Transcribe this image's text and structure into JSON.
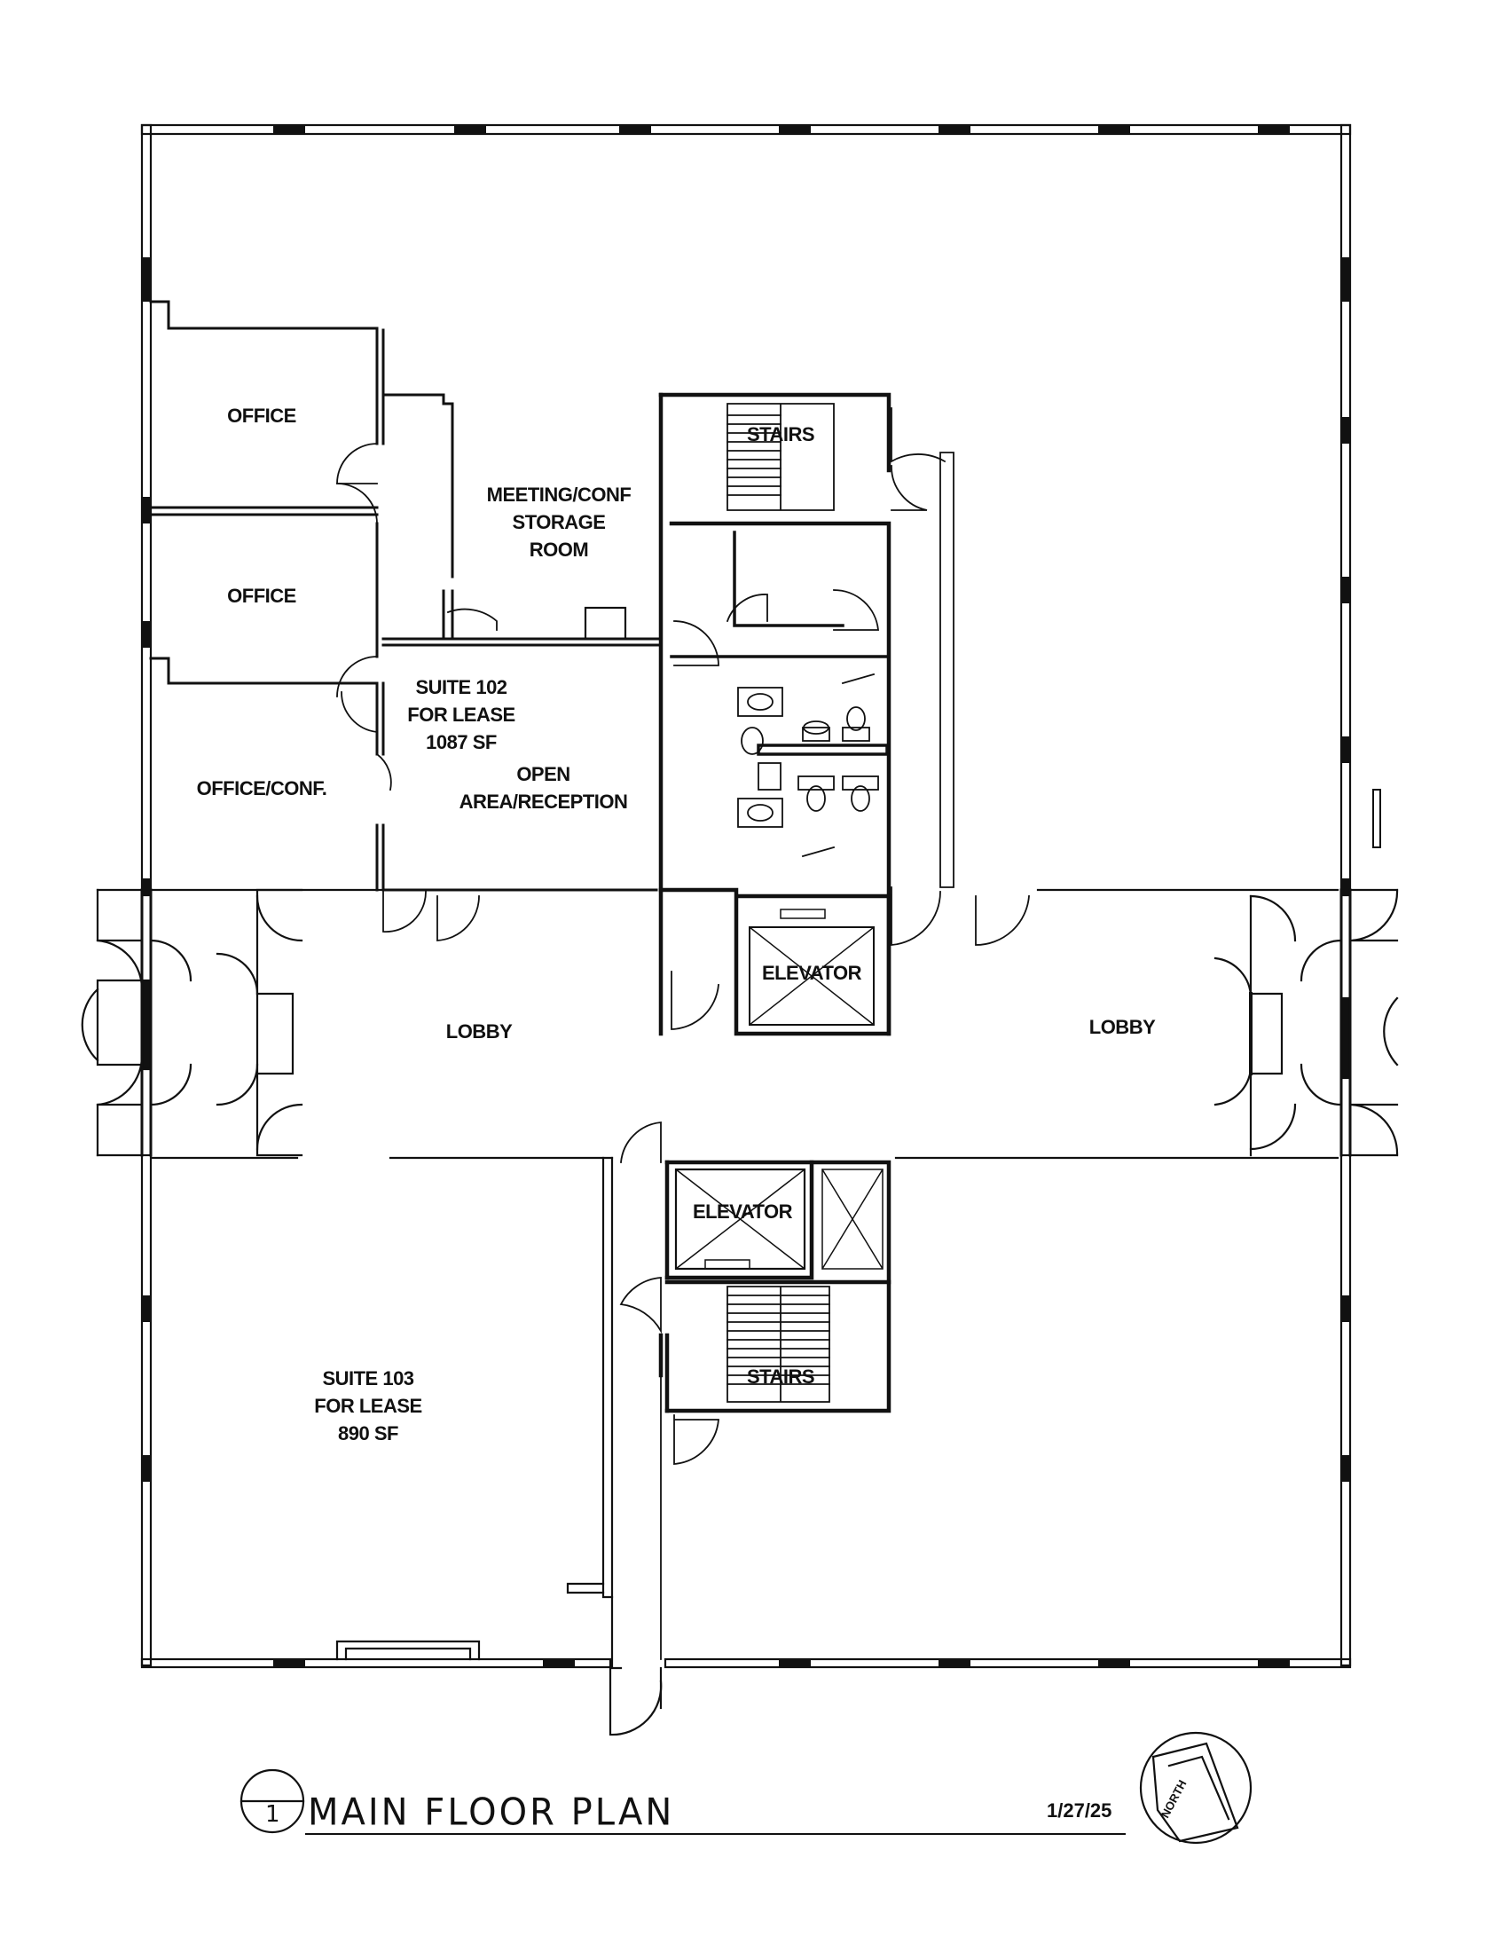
{
  "title": "MAIN FLOOR PLAN",
  "sheet_number": "1",
  "date": "1/27/25",
  "north_label": "NORTH",
  "rooms": {
    "office_1": [
      "OFFICE"
    ],
    "office_2": [
      "OFFICE"
    ],
    "office_conf": [
      "OFFICE/CONF."
    ],
    "meeting": [
      "MEETING/CONF",
      "STORAGE",
      "ROOM"
    ],
    "suite_102": [
      "SUITE 102",
      "FOR LEASE",
      "1087 SF"
    ],
    "open_area": [
      "OPEN",
      "AREA/RECEPTION"
    ],
    "stairs_north": [
      "STAIRS"
    ],
    "stairs_south": [
      "STAIRS"
    ],
    "elevator_north": [
      "ELEVATOR"
    ],
    "elevator_south": [
      "ELEVATOR"
    ],
    "lobby_west": [
      "LOBBY"
    ],
    "lobby_east": [
      "LOBBY"
    ],
    "suite_103": [
      "SUITE 103",
      "FOR LEASE",
      "890 SF"
    ]
  }
}
